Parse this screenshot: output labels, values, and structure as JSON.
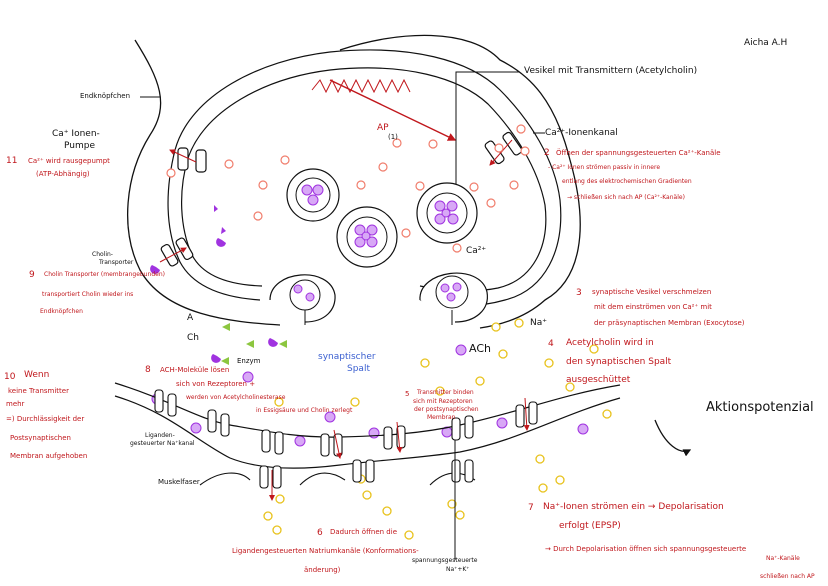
{
  "author": "Aicha A.H",
  "labels": {
    "endknoepfchen": "Endknöpfchen",
    "vesikel": "Vesikel mit Transmittern (Acetylcholin)",
    "ap": "AP",
    "ap_num": "(1)",
    "ca_kanal": "Ca²⁺-Ionenkanal",
    "ca_pumpe_1": "Ca⁺ Ionen-",
    "ca_pumpe_2": "Pumpe",
    "cholin_transporter_1": "Cholin-",
    "cholin_transporter_2": "Transporter",
    "ca2": "Ca²⁺",
    "na": "Na⁺",
    "a": "A",
    "ch": "Ch",
    "enzym": "Enzym",
    "synaptischer_1": "synaptischer",
    "synaptischer_2": "Spalt",
    "ach": "ACh",
    "liganden_1": "Liganden-",
    "liganden_2": "gesteuerter Na⁺kanal",
    "muskelfaser": "Muskelfaser",
    "spannungs_1": "spannungsgesteuerte",
    "spannungs_2": "Na⁺+K⁺",
    "aktionspotenzial": "Aktionspotenzial"
  },
  "notes": {
    "n11": [
      "Ca²⁺ wird rausgepumpt",
      "(ATP-Abhängig)"
    ],
    "n11_num": "11",
    "n2": [
      "Öffnen der spannungsgesteuerten Ca²⁺-Kanäle",
      "- Ca²⁺ Ionen strömen passiv in innere",
      "entlang des elektrochemischen Gradienten",
      "→ schließen sich nach AP (Ca²⁺-Kanäle)"
    ],
    "n2_num": "2",
    "n9": [
      "Cholin Transporter (membrangebunden)",
      "transportiert Cholin wieder ins",
      "Endknöpfchen"
    ],
    "n9_num": "9",
    "n3": [
      "synaptische Vesikel verschmelzen",
      "mit dem einströmen von Ca²⁺ mit",
      "der präsynaptischen Membran (Exocytose)"
    ],
    "n3_num": "3",
    "n4": [
      "Acetylcholin wird in",
      "den synaptischen Spalt",
      "ausgeschüttet"
    ],
    "n4_num": "4",
    "n10": [
      "Wenn",
      "keine Transmitter",
      "mehr",
      "=) Durchlässigkeit der",
      "Postsynaptischen",
      "Membran aufgehoben"
    ],
    "n10_num": "10",
    "n8": [
      "ACH-Moleküle lösen",
      "sich von Rezeptoren +",
      "werden von Acetylcholinesterase",
      "in Essigsäure und Cholin zerlegt"
    ],
    "n8_num": "8",
    "n5": [
      "Transmitter binden",
      "sich mit Rezeptoren",
      "der postsynaptischen",
      "Membran"
    ],
    "n5_num": "5",
    "n6": [
      "Dadurch öffnen die",
      "Ligandengesteuerten Natriumkanäle (Konformations-",
      "änderung)"
    ],
    "n6_num": "6",
    "n7": [
      "Na⁺-Ionen strömen ein → Depolarisation",
      "erfolgt (EPSP)",
      "→ Durch Depolarisation öffnen sich spannungsgesteuerte",
      "Na⁺-Kanäle",
      "schließen nach AP"
    ],
    "n7_num": "7"
  },
  "colors": {
    "red": "#c0171c",
    "purple": "#a033e0",
    "purple_fill": "#d8a8f6",
    "yellow": "#e8c21c",
    "green": "#8cc63f",
    "blue": "#3a5fd0",
    "salmon": "#f07d6c"
  }
}
